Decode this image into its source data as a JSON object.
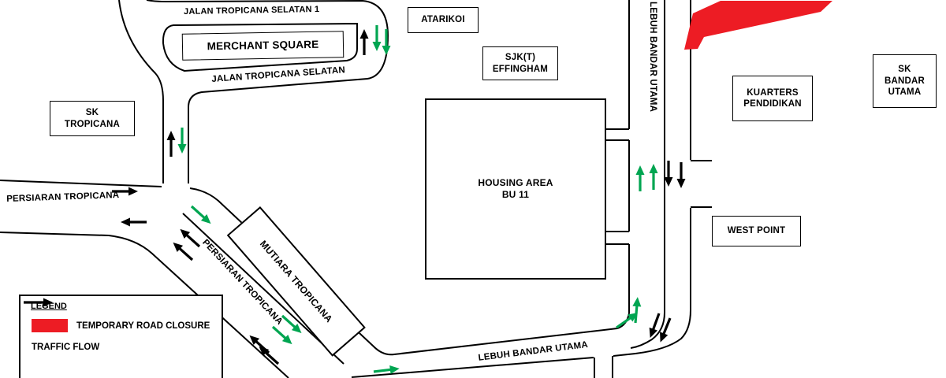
{
  "colors": {
    "closure": "#ed1c24",
    "flow_green": "#00a551",
    "ink": "#000000"
  },
  "roads": {
    "jalan_tropicana_selatan_1": "JALAN TROPICANA SELATAN 1",
    "jalan_tropicana_selatan": "JALAN TROPICANA SELATAN",
    "persiaran_tropicana_west": "PERSIARAN TROPICANA",
    "persiaran_tropicana_diagonal": "PERSIARAN TROPICANA",
    "lebuh_bandar_utama_vertical": "LEBUH BANDAR UTAMA",
    "lebuh_bandar_utama_bottom": "LEBUH BANDAR UTAMA"
  },
  "places": {
    "merchant_square": "MERCHANT SQUARE",
    "sk_tropicana": "SK\nTROPICANA",
    "atarikoi": "ATARIKOI",
    "sjkt_effingham": "SJK(T)\nEFFINGHAM",
    "housing_area_bu11": "HOUSING AREA\nBU 11",
    "mutiara_tropicana": "MUTIARA TROPICANA",
    "kuarters_pendidikan": "KUARTERS\nPENDIDIKAN",
    "sk_bandar_utama": "SK\nBANDAR\nUTAMA",
    "west_point": "WEST POINT"
  },
  "legend": {
    "title": "LEGEND",
    "items": [
      {
        "swatch": "closure",
        "label": "TEMPORARY ROAD CLOSURE"
      },
      {
        "swatch": "arrow",
        "label": "TRAFFIC FLOW"
      }
    ]
  }
}
